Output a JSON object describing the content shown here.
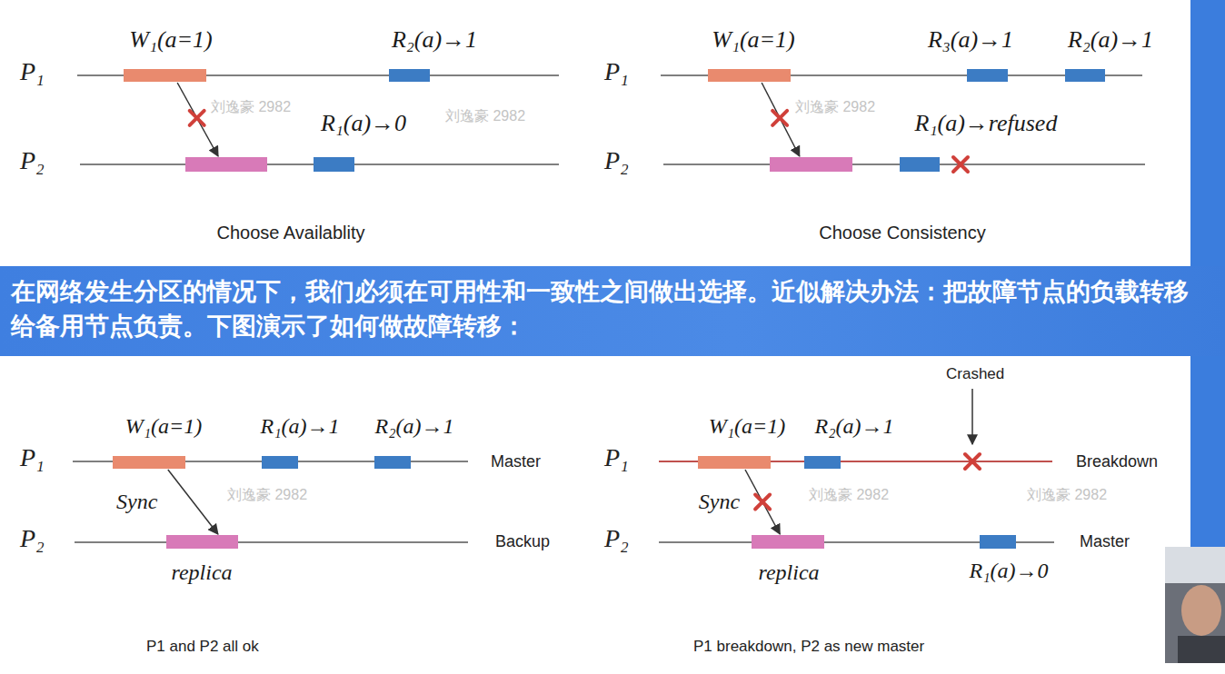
{
  "diagram": {
    "nodes": [
      {
        "text": [
          "W₁(a=1)"
        ]
      },
      {
        "text": [
          "R₂(a)→1"
        ]
      },
      {
        "text": []
      },
      {
        "text": [
          "R₁(a)→0"
        ]
      },
      {
        "text": [
          "W₁(a=1)"
        ]
      },
      {
        "text": [
          "R₃(a)→1"
        ]
      },
      {
        "text": [
          "R₂(a)→1"
        ]
      },
      {
        "text": []
      },
      {
        "text": [
          "R₁(a)→refused"
        ]
      },
      {
        "text": [
          "在网络发生分区的情况下，我们必须在可用性和一致性之间做出选择。近似解决办法：把故障节点的负载转移给备用节点负责。下图演示了如何做故障转移："
        ]
      },
      {
        "text": [
          "W₁(a=1)"
        ]
      },
      {
        "text": [
          "R₁(a)→1"
        ]
      },
      {
        "text": [
          "R₂(a)→1"
        ]
      },
      {
        "text": [
          "replica"
        ]
      },
      {
        "text": [
          "W₁(a=1)"
        ]
      },
      {
        "text": [
          "R₂(a)→1"
        ]
      },
      {
        "text": [
          "replica"
        ]
      },
      {
        "text": [
          "R₁(a)→0"
        ]
      }
    ],
    "edges": [
      {
        "from": 0,
        "to": 2,
        "arrow": "to"
      },
      {
        "from": 4,
        "to": 7,
        "arrow": "to"
      },
      {
        "from": 10,
        "to": 13,
        "label": "Sync",
        "arrow": "to"
      },
      {
        "from": 14,
        "to": 16,
        "label": "Sync",
        "arrow": "to"
      }
    ],
    "labels": [
      "P₁",
      "P₂",
      "Choose Availablity",
      "P₁",
      "P₂",
      "Choose Consistency",
      "P₁",
      "P₂",
      "Master",
      "Backup",
      "P1 and P2 all ok",
      "P₁",
      "P₂",
      "Crashed",
      "Breakdown",
      "Master",
      "P1 breakdown, P2 as new master",
      "刘逸豪 2982",
      "刘逸豪 2982",
      "刘逸豪 2982",
      "刘逸豪 2982",
      "刘逸豪 2982",
      "刘逸豪 2982"
    ]
  }
}
